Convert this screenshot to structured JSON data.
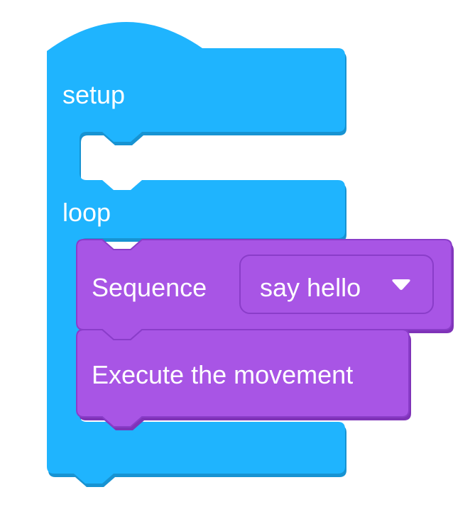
{
  "colors": {
    "control_fill": "#1FB4FE",
    "control_shadow": "#1793D2",
    "function_fill": "#A855E5",
    "function_shadow": "#7F33B8",
    "function_stroke": "#8A3DC9",
    "text": "#FFFFFF"
  },
  "blocks": {
    "setup_label": "setup",
    "loop_label": "loop",
    "sequence": {
      "label": "Sequence",
      "dropdown_value": "say hello",
      "dropdown_icon": "caret-down-icon"
    },
    "movement_label": "Execute the movement"
  }
}
